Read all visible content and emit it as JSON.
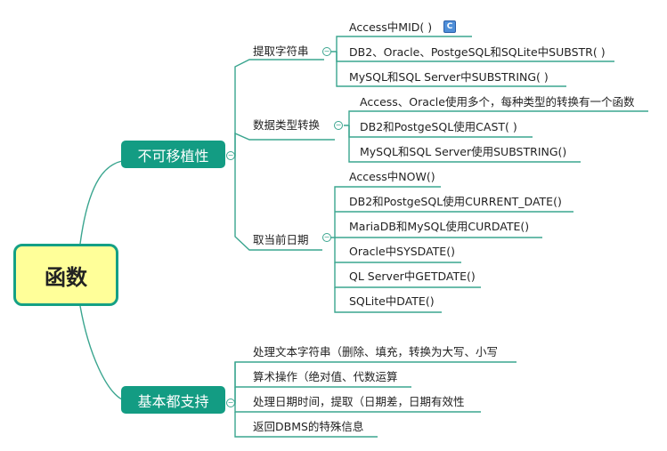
{
  "root": {
    "label": "函数"
  },
  "branches": [
    {
      "label": "不可移植性",
      "children": [
        {
          "label": "提取字符串",
          "items": [
            "Access中MID( )",
            "DB2、Oracle、PostgeSQL和SQLite中SUBSTR( )",
            "MySQL和SQL Server中SUBSTRING( )"
          ]
        },
        {
          "label": "数据类型转换",
          "items": [
            "Access、Oracle使用多个，每种类型的转换有一个函数",
            "DB2和PostgeSQL使用CAST( )",
            "MySQL和SQL Server使用SUBSTRING()"
          ]
        },
        {
          "label": "取当前日期",
          "items": [
            "Access中NOW()",
            "DB2和PostgeSQL使用CURRENT_DATE()",
            "MariaDB和MySQL使用CURDATE()",
            "Oracle中SYSDATE()",
            "QL Server中GETDATE()",
            "SQLite中DATE()"
          ]
        }
      ]
    },
    {
      "label": "基本都支持",
      "items": [
        "处理文本字符串（删除、填充，转换为大写、小写",
        "算术操作（绝对值、代数运算",
        "处理日期时间，提取（日期差，日期有效性",
        "返回DBMS的特殊信息"
      ]
    }
  ],
  "icons": {
    "collapse": "collapse-minus-icon",
    "note": "c-note-icon"
  },
  "colors": {
    "line": "#3aa58f",
    "main": "#139c83",
    "root_fill": "#ffff99",
    "note_icon": "#4f8fd9"
  }
}
